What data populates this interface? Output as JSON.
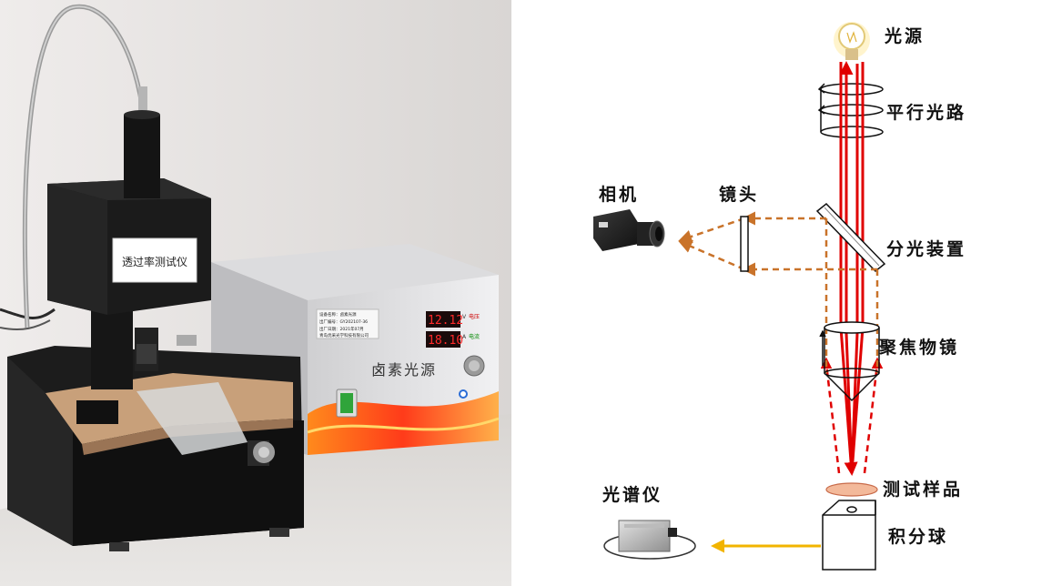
{
  "photo": {
    "instrument_plate": "透过率测试仪",
    "light_box_title": "卤素光源",
    "display_top": "12.12",
    "display_bottom": "18.10",
    "display_top_unit": "V",
    "display_bottom_unit": "A",
    "display_top_tag": "电压",
    "display_bottom_tag": "电流",
    "nameplate_lines": [
      "设备名称：卤素光源",
      "出厂编号：GY202107-36",
      "出厂日期：2021年07月",
      "青岛优采光学科技有限公司"
    ]
  },
  "diagram": {
    "labels": {
      "light_source": "光源",
      "parallel_path": "平行光路",
      "camera": "相机",
      "lens": "镜头",
      "beam_splitter": "分光装置",
      "focusing_objective": "聚焦物镜",
      "test_sample": "测试样品",
      "spectrometer": "光谱仪",
      "integrating_sphere": "积分球"
    },
    "colors": {
      "main_beam": "#e00000",
      "imaging_beam": "#c9732a",
      "signal_arrow": "#f2b400"
    }
  }
}
